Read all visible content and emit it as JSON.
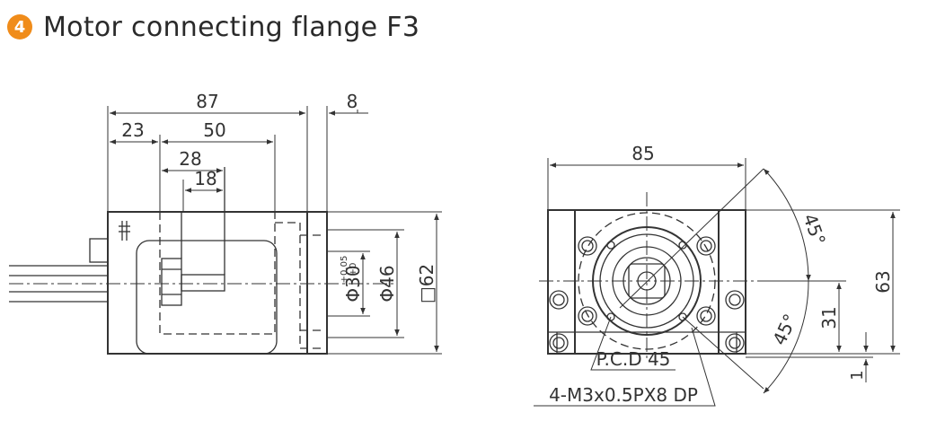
{
  "header": {
    "badge_number": "4",
    "title": "Motor connecting flange F3",
    "badge_color": "#f08c1a"
  },
  "side_view": {
    "dim_87": "87",
    "dim_8": "8",
    "dim_23": "23",
    "dim_50": "50",
    "dim_28": "28",
    "dim_18": "18",
    "dim_phi30": "Φ30",
    "tol_plus": "+0.05",
    "tol_zero": "+0",
    "dim_phi46": "Φ46",
    "dim_sq62": "□62"
  },
  "front_view": {
    "dim_85": "85",
    "dim_63": "63",
    "dim_31": "31",
    "dim_1": "1",
    "angle_top": "45°",
    "angle_bottom": "45°",
    "pcd_label": "P.C.D 45",
    "hole_label": "4-M3x0.5PX8 DP"
  }
}
